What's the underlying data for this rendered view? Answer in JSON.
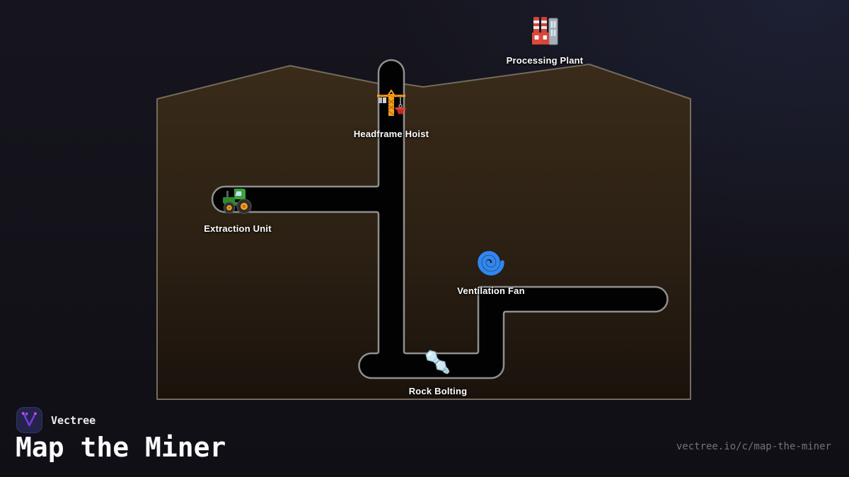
{
  "brand": {
    "name": "Vectree",
    "title": "Map the Miner",
    "url": "vectree.io/c/map-the-miner"
  },
  "map": {
    "nodes": [
      {
        "id": "processing-plant",
        "label": "Processing Plant",
        "icon": "factory-icon"
      },
      {
        "id": "headframe-hoist",
        "label": "Headframe Hoist",
        "icon": "crane-icon"
      },
      {
        "id": "extraction-unit",
        "label": "Extraction Unit",
        "icon": "tractor-icon"
      },
      {
        "id": "ventilation-fan",
        "label": "Ventilation Fan",
        "icon": "cyclone-icon"
      },
      {
        "id": "rock-bolting",
        "label": "Rock Bolting",
        "icon": "bolt-icon"
      }
    ],
    "colors": {
      "terrain_top": "#3a2b1a",
      "terrain_bottom": "#1a120c",
      "terrain_stroke": "#756c5d",
      "tunnel_fill": "#020202",
      "tunnel_stroke": "#8f8f8f",
      "fan_blue": "#2f87f3",
      "brand_purple": "#7c3aed",
      "brand_magenta": "#c84bd8"
    }
  }
}
